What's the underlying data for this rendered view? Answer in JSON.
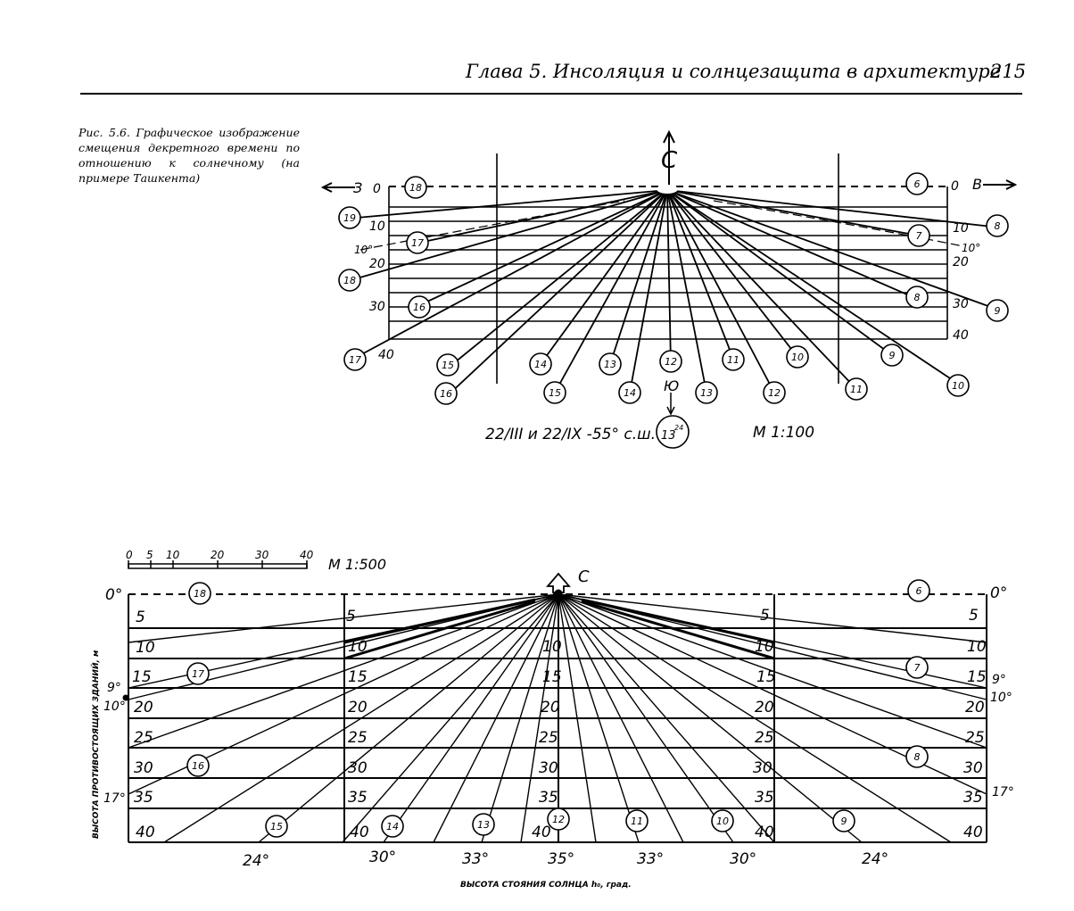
{
  "header": {
    "title": "Глава 5.  Инсоляция  и солнцезащита в архитектуре",
    "page_number": "215"
  },
  "caption": "Рис. 5.6. Графическое изображение смещения декретного времени по отношению к солнечному (на примере Ташкента)",
  "figure_top": {
    "north": "С",
    "west": "З",
    "east": "В",
    "south": "Ю",
    "left_scale": [
      "0",
      "10",
      "20",
      "30",
      "40"
    ],
    "right_scale": [
      "0",
      "10",
      "20",
      "30",
      "40"
    ],
    "angle_left": "10°",
    "angle_right": "10°",
    "hours_outer_bottom": [
      "16",
      "15",
      "14",
      "13",
      "12",
      "11",
      "10"
    ],
    "hours_inner_bottom": [
      "15",
      "14",
      "13",
      "12",
      "11",
      "10",
      "9"
    ],
    "hours_left": [
      "18",
      "19",
      "17",
      "18",
      "16",
      "17"
    ],
    "hours_right": [
      "6",
      "8",
      "7",
      "9",
      "8"
    ],
    "date_label": "22/III и 22/IX -55° с.ш.",
    "noon_label": "13",
    "noon_sup": "24",
    "scale_label": "М 1:100"
  },
  "figure_bottom": {
    "scale_ticks": [
      "0",
      "5",
      "10",
      "20",
      "30",
      "40"
    ],
    "scale_label": "М 1:500",
    "north": "С",
    "y_axis_label": "ВЫСОТА ПРОТИВОСТОЯЩИХ ЗДАНИЙ, м",
    "x_axis_label": "ВЫСОТА СТОЯНИЯ СОЛНЦА h₀, град.",
    "row_values": [
      "5",
      "10",
      "15",
      "20",
      "25",
      "30",
      "35",
      "40"
    ],
    "zero_left": "0°",
    "zero_right": "0°",
    "left_angles": [
      "9°",
      "10°",
      "17°"
    ],
    "right_angles": [
      "9°",
      "10°",
      "17°"
    ],
    "bottom_angles": [
      "24°",
      "30°",
      "33°",
      "35°",
      "33°",
      "30°",
      "24°"
    ],
    "hours_top": [
      "18",
      "6"
    ],
    "hours_left": [
      "17",
      "16"
    ],
    "hours_right": [
      "7",
      "8"
    ],
    "hours_bottom": [
      "15",
      "14",
      "13",
      "12",
      "11",
      "10",
      "9"
    ]
  }
}
